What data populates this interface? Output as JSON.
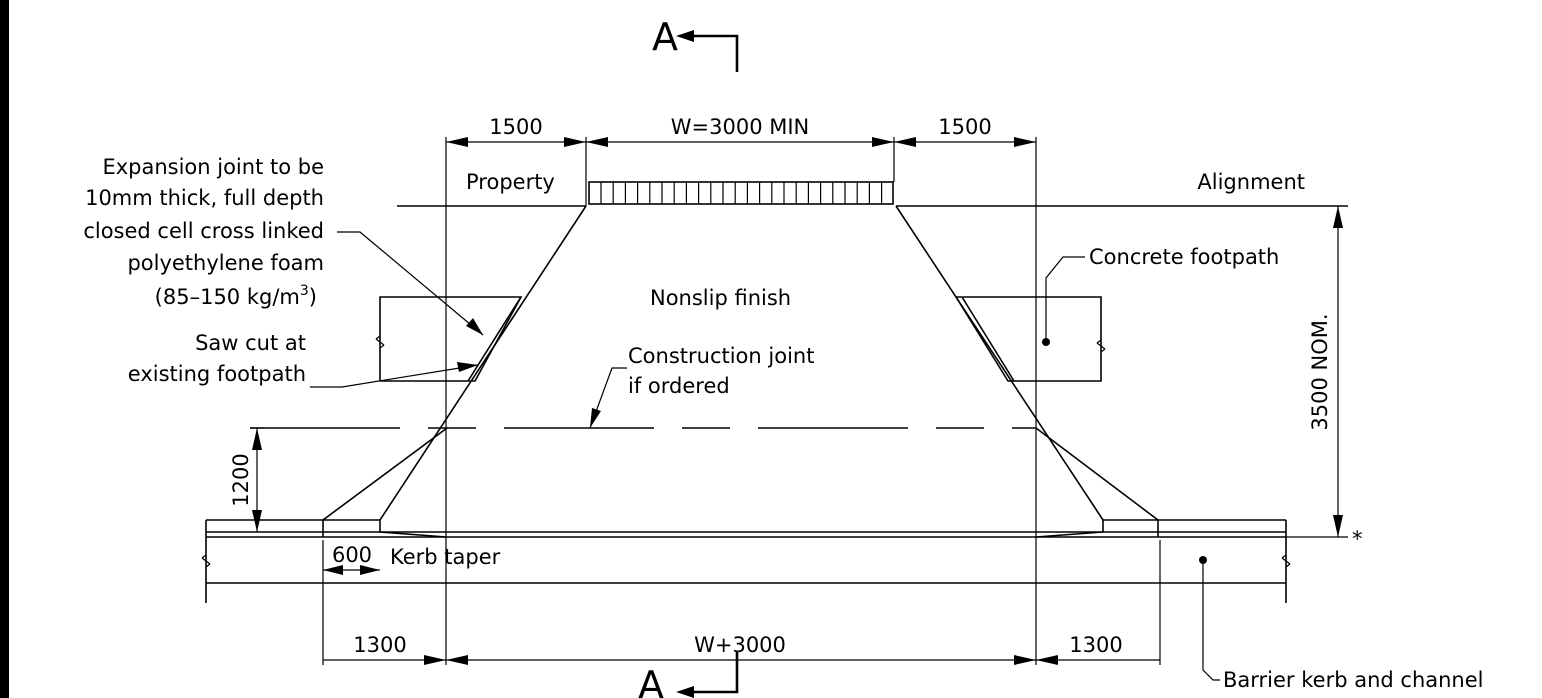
{
  "section_marker": "A",
  "dimensions": {
    "top_left": "1500",
    "top_center": "W=3000 MIN",
    "top_right": "1500",
    "vertical_left": "1200",
    "vertical_right": "3500 NOM.",
    "bottom_left": "1300",
    "bottom_center": "W+3000",
    "bottom_right": "1300",
    "taper": "600"
  },
  "labels": {
    "property": "Property",
    "alignment": "Alignment",
    "nonslip": "Nonslip finish",
    "concrete_footpath": "Concrete footpath",
    "construction_joint": [
      "Construction joint",
      "if ordered"
    ],
    "expansion_joint": [
      "Expansion joint to be",
      "10mm thick, full depth",
      "closed cell cross linked",
      "polyethylene foam"
    ],
    "foam_density_prefix": "(85–150 kg/m",
    "foam_density_exponent": "3",
    "foam_density_suffix": ")",
    "saw_cut": [
      "Saw cut at",
      "existing footpath"
    ],
    "kerb_taper": "Kerb taper",
    "barrier_kerb": "Barrier kerb and channel",
    "asterisk": "*"
  }
}
